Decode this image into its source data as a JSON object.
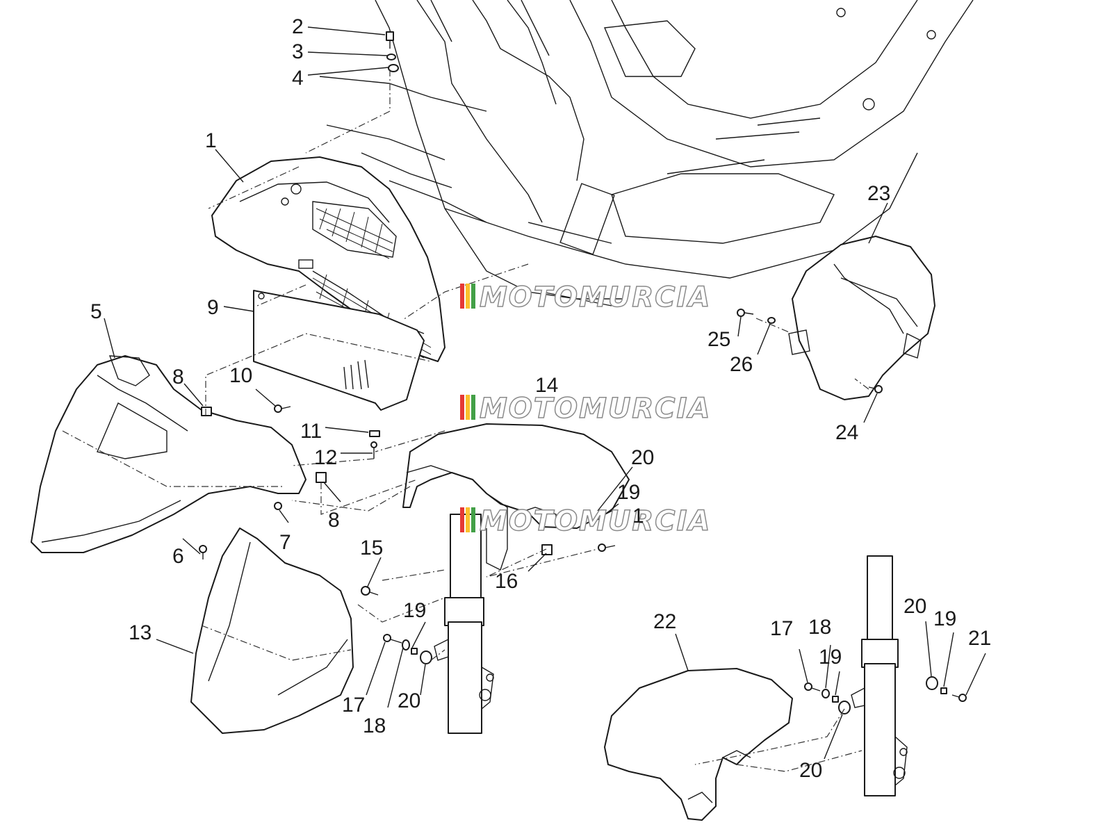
{
  "watermark": {
    "text": "MOTOMURCIA",
    "stripe_colors": [
      "#e53935",
      "#fbc02d",
      "#43a047"
    ]
  },
  "callouts": [
    {
      "id": "c2",
      "text": "2"
    },
    {
      "id": "c3",
      "text": "3"
    },
    {
      "id": "c4",
      "text": "4"
    },
    {
      "id": "c1a",
      "text": "1"
    },
    {
      "id": "c5",
      "text": "5"
    },
    {
      "id": "c9",
      "text": "9"
    },
    {
      "id": "c8a",
      "text": "8"
    },
    {
      "id": "c10",
      "text": "10"
    },
    {
      "id": "c11",
      "text": "11"
    },
    {
      "id": "c12",
      "text": "12"
    },
    {
      "id": "c8b",
      "text": "8"
    },
    {
      "id": "c7",
      "text": "7"
    },
    {
      "id": "c6",
      "text": "6"
    },
    {
      "id": "c14",
      "text": "14"
    },
    {
      "id": "c20a",
      "text": "20"
    },
    {
      "id": "c19a",
      "text": "19"
    },
    {
      "id": "c1b",
      "text": "1"
    },
    {
      "id": "c16",
      "text": "16"
    },
    {
      "id": "c15",
      "text": "15"
    },
    {
      "id": "c13",
      "text": "13"
    },
    {
      "id": "c19b",
      "text": "19"
    },
    {
      "id": "c17a",
      "text": "17"
    },
    {
      "id": "c18a",
      "text": "18"
    },
    {
      "id": "c20b",
      "text": "20"
    },
    {
      "id": "c23",
      "text": "23"
    },
    {
      "id": "c25",
      "text": "25"
    },
    {
      "id": "c26",
      "text": "26"
    },
    {
      "id": "c24",
      "text": "24"
    },
    {
      "id": "c22",
      "text": "22"
    },
    {
      "id": "c17b",
      "text": "17"
    },
    {
      "id": "c18b",
      "text": "18"
    },
    {
      "id": "c19c",
      "text": "19"
    },
    {
      "id": "c20c",
      "text": "20"
    },
    {
      "id": "c19d",
      "text": "19"
    },
    {
      "id": "c21",
      "text": "21"
    },
    {
      "id": "c20d",
      "text": "20"
    }
  ]
}
